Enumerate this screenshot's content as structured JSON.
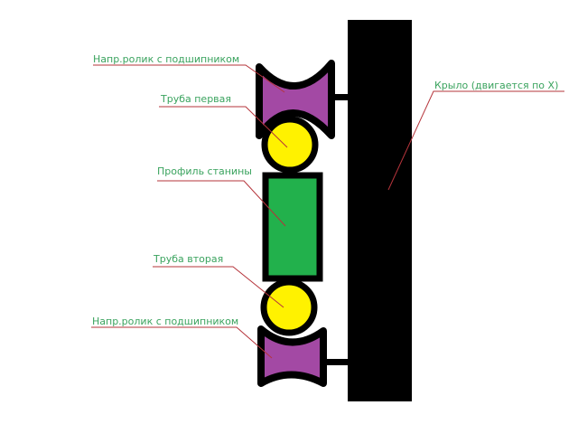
{
  "labels": {
    "roller_top": "Напр.ролик с подшипником",
    "tube_first": "Труба первая",
    "frame_profile": "Профиль станины",
    "tube_second": "Труба вторая",
    "roller_bottom": "Напр.ролик с подшипником",
    "wing": "Крыло (двигается по X)"
  },
  "colors": {
    "wing": "#000000",
    "roller": "#a349a4",
    "tube": "#fff200",
    "profile": "#22b14c",
    "label_text": "#3aa35e",
    "leader": "#b5343b"
  }
}
